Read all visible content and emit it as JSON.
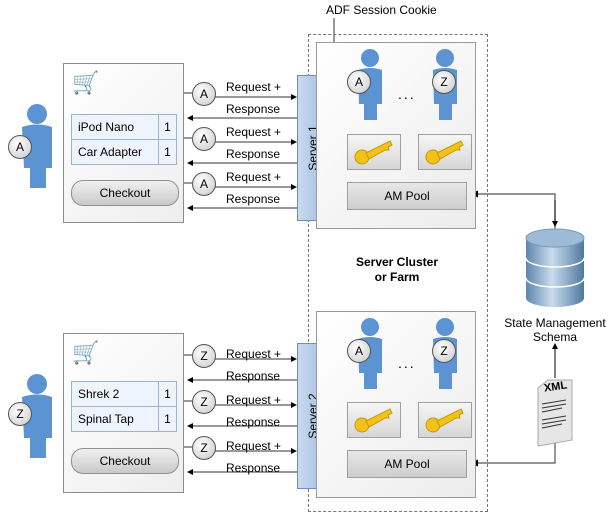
{
  "title_callout": "ADF Session Cookie",
  "cluster_label": [
    "Server Cluster",
    "or Farm"
  ],
  "colors": {
    "person_blue": "#5b93d3",
    "server_blue": "#a9c4e5",
    "key_yellow": "#f2c21a",
    "db_blue": "#6f97be"
  },
  "clients": [
    {
      "user_badge": "A",
      "cart_items": [
        {
          "name": "iPod Nano",
          "qty": "1"
        },
        {
          "name": "Car Adapter",
          "qty": "1"
        }
      ],
      "checkout_label": "Checkout",
      "requests": [
        {
          "badge": "A",
          "request": "Request +",
          "response": "Response"
        },
        {
          "badge": "A",
          "request": "Request +",
          "response": "Response"
        },
        {
          "badge": "A",
          "request": "Request +",
          "response": "Response"
        }
      ],
      "server_label": "Server 1",
      "sessions": [
        {
          "badge": "A"
        },
        {
          "badge": "Z"
        }
      ],
      "ellipsis": "...",
      "pool_label": "AM Pool"
    },
    {
      "user_badge": "Z",
      "cart_items": [
        {
          "name": "Shrek 2",
          "qty": "1"
        },
        {
          "name": "Spinal Tap",
          "qty": "1"
        }
      ],
      "checkout_label": "Checkout",
      "requests": [
        {
          "badge": "Z",
          "request": "Request +",
          "response": "Response"
        },
        {
          "badge": "Z",
          "request": "Request +",
          "response": "Response"
        },
        {
          "badge": "Z",
          "request": "Request +",
          "response": "Response"
        }
      ],
      "server_label": "Server 2",
      "sessions": [
        {
          "badge": "A"
        },
        {
          "badge": "Z"
        }
      ],
      "ellipsis": "...",
      "pool_label": "AM Pool"
    }
  ],
  "database": {
    "label": [
      "State Management",
      "Schema"
    ],
    "icon": "database-icon"
  },
  "xml_doc": {
    "label": "XML",
    "icon": "xml-document-icon"
  }
}
